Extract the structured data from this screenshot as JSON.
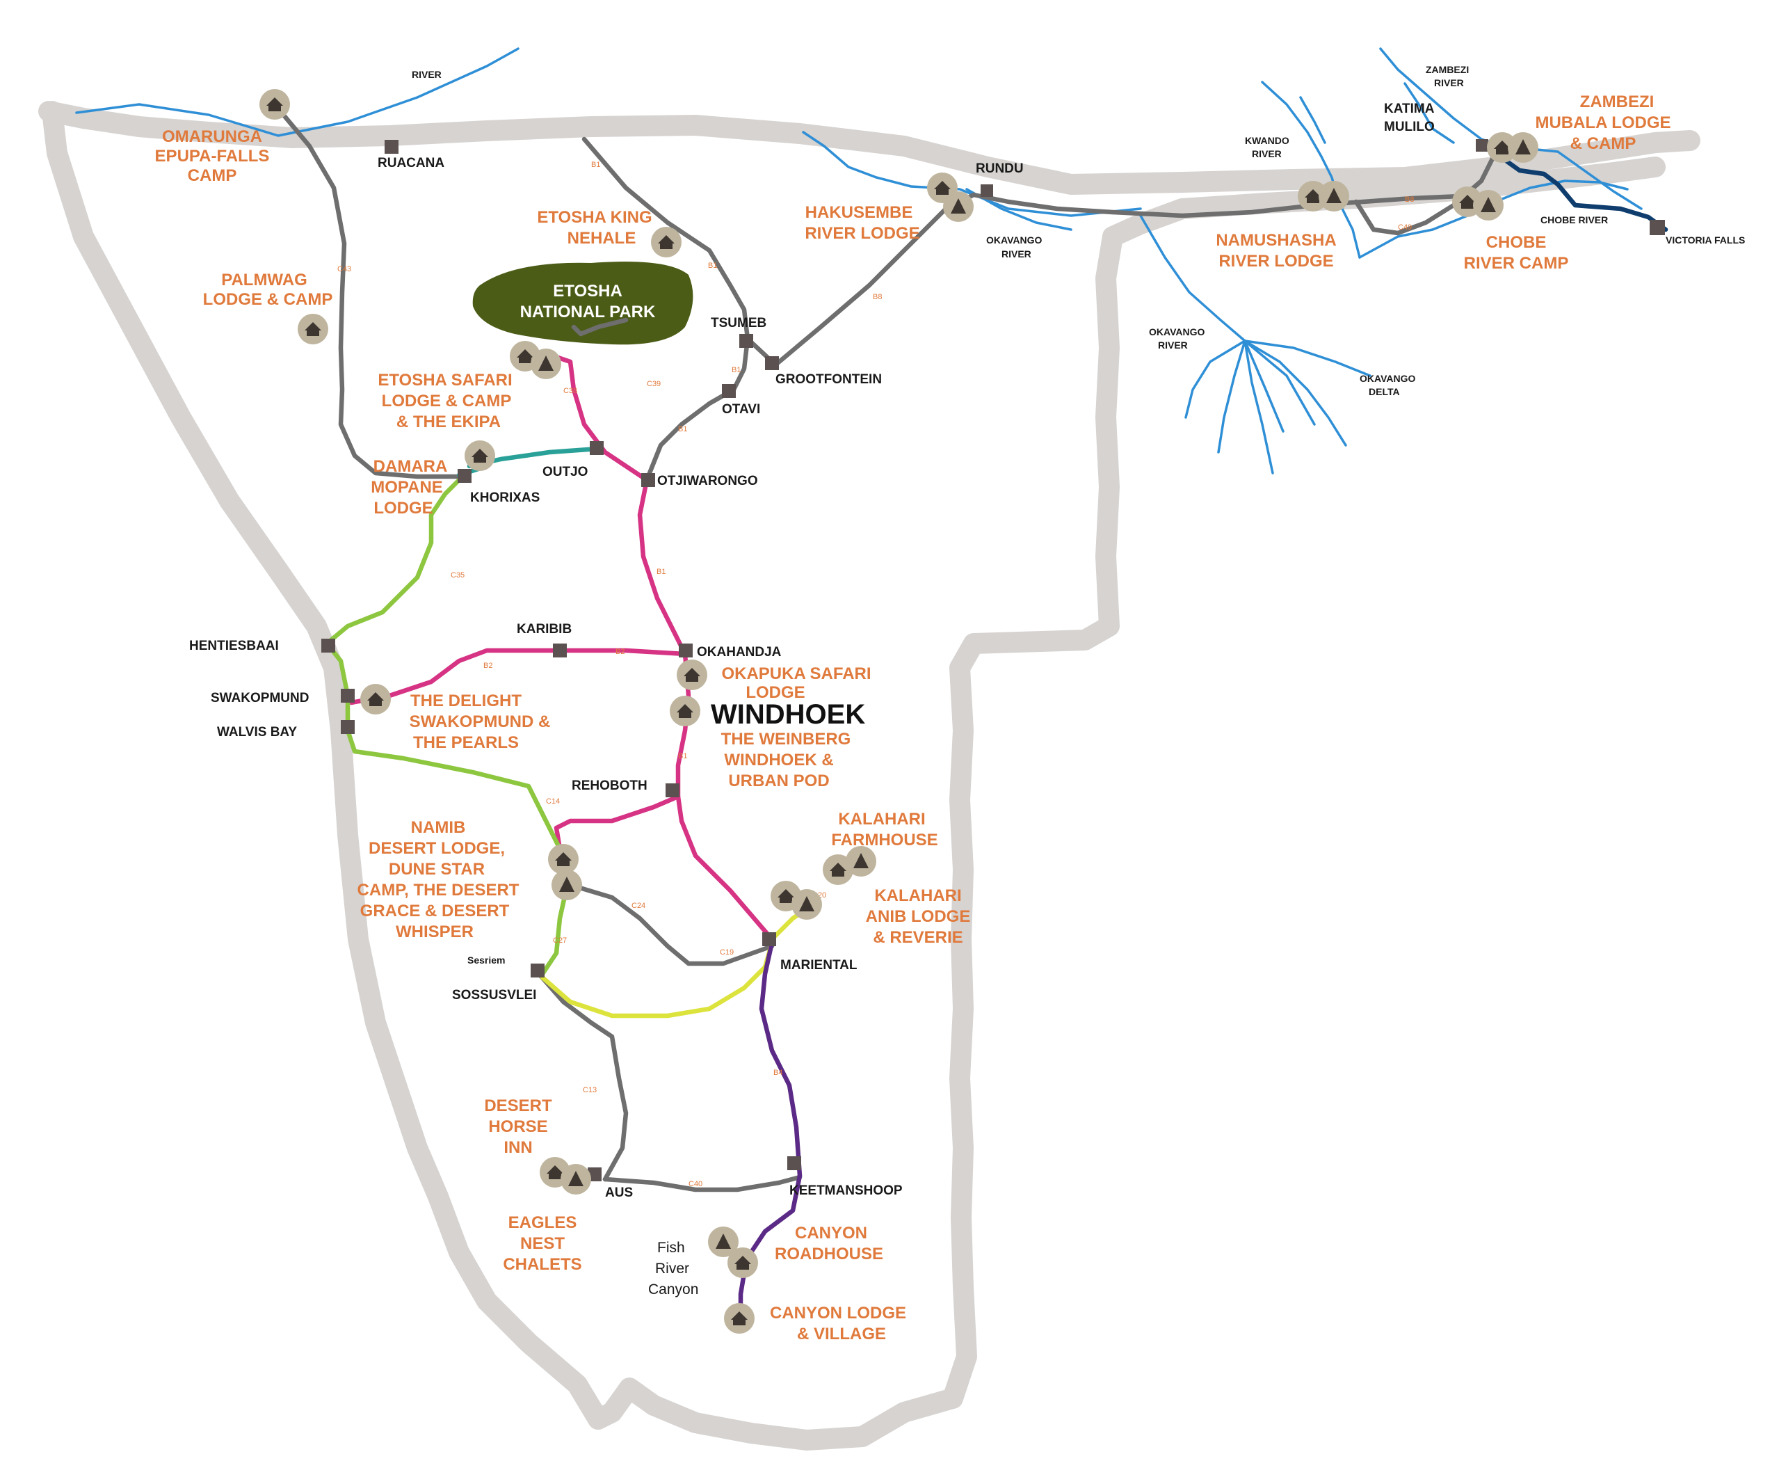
{
  "colors": {
    "lodge_text": "#e07a3c",
    "river": "#2f8fd6",
    "border": "#d6d3d1",
    "park": "#4b5c17",
    "route_gray": "#6e6e6e",
    "route_pink": "#d63384",
    "route_lime": "#8dc63f",
    "route_teal": "#2aa198",
    "route_yellow": "#dce33c",
    "route_purple": "#5b2a86",
    "route_navy": "#0e3d6e",
    "town_marker": "#5a5150"
  },
  "park": {
    "line1": "ETOSHA",
    "line2": "NATIONAL PARK"
  },
  "capital": "WINDHOEK",
  "rivers": {
    "river_top": "RIVER",
    "zambezi1": "ZAMBEZI",
    "zambezi2": "RIVER",
    "kwando1": "KWANDO",
    "kwando2": "RIVER",
    "okavango_rundu1": "OKAVANGO",
    "okavango_rundu2": "RIVER",
    "chobe": "CHOBE RIVER",
    "okavango_delta_river1": "OKAVANGO",
    "okavango_delta_river2": "RIVER",
    "delta1": "OKAVANGO",
    "delta2": "DELTA"
  },
  "towns": {
    "ruacana": "RUACANA",
    "rundu": "RUNDU",
    "katima1": "KATIMA",
    "katima2": "MULILO",
    "victoria_falls": "VICTORIA FALLS",
    "tsumeb": "TSUMEB",
    "grootfontein": "GROOTFONTEIN",
    "otavi": "OTAVI",
    "outjo": "OUTJO",
    "khorixas": "KHORIXAS",
    "otjiwarongo": "OTJIWARONGO",
    "hentiesbaai": "HENTIESBAAI",
    "karibib": "KARIBIB",
    "okahandja": "OKAHANDJA",
    "swakopmund": "SWAKOPMUND",
    "walvis_bay": "WALVIS BAY",
    "rehoboth": "REHOBOTH",
    "mariental": "MARIENTAL",
    "sesriem": "Sesriem",
    "sossusvlei": "SOSSUSVLEI",
    "aus": "AUS",
    "keetmanshoop": "KEETMANSHOOP",
    "fish1": "Fish",
    "fish2": "River",
    "fish3": "Canyon"
  },
  "lodges": {
    "omarunga": [
      "OMARUNGA",
      "EPUPA-FALLS",
      "CAMP"
    ],
    "palmwag": [
      "PALMWAG",
      "LODGE & CAMP"
    ],
    "etosha_king": [
      "ETOSHA KING",
      "NEHALE"
    ],
    "etosha_safari": [
      "ETOSHA SAFARI",
      "LODGE & CAMP",
      "& THE EKIPA"
    ],
    "damara": [
      "DAMARA",
      "MOPANE",
      "LODGE"
    ],
    "hakusembe": [
      "HAKUSEMBE",
      "RIVER LODGE"
    ],
    "namushasha": [
      "NAMUSHASHA",
      "RIVER LODGE"
    ],
    "zambezi": [
      "ZAMBEZI",
      "MUBALA LODGE",
      "& CAMP"
    ],
    "chobe": [
      "CHOBE",
      "RIVER CAMP"
    ],
    "okapuka": [
      "OKAPUKA SAFARI",
      "LODGE"
    ],
    "weinberg": [
      "THE WEINBERG",
      "WINDHOEK &",
      "URBAN POD"
    ],
    "delight": [
      "THE DELIGHT",
      "SWAKOPMUND &",
      "THE PEARLS"
    ],
    "namib": [
      "NAMIB",
      "DESERT LODGE,",
      "DUNE STAR",
      "CAMP, THE DESERT",
      "GRACE & DESERT",
      "WHISPER"
    ],
    "kalahari_farm": [
      "KALAHARI",
      "FARMHOUSE"
    ],
    "kalahari_anib": [
      "KALAHARI",
      "ANIB LODGE",
      "& REVERIE"
    ],
    "desert_horse": [
      "DESERT",
      "HORSE",
      "INN"
    ],
    "eagles": [
      "EAGLES",
      "NEST",
      "CHALETS"
    ],
    "canyon_roadhouse": [
      "CANYON",
      "ROADHOUSE"
    ],
    "canyon_lodge": [
      "CANYON LODGE",
      "& VILLAGE"
    ]
  },
  "roads": {
    "c43": "C43",
    "b1a": "B1",
    "b1b": "B1",
    "b1c": "B1",
    "b1d": "B1",
    "b1e": "B1",
    "b1f": "B1",
    "b8": "B8",
    "c38": "C38",
    "c39": "C39",
    "c35": "C35",
    "b2a": "B2",
    "b2b": "B2",
    "c14": "C14",
    "c27": "C27",
    "c24": "C24",
    "c19": "C19",
    "c20": "C20",
    "b4": "B4",
    "c13": "C13",
    "c49": "C49",
    "b8b": "B8",
    "c40": "C40"
  }
}
